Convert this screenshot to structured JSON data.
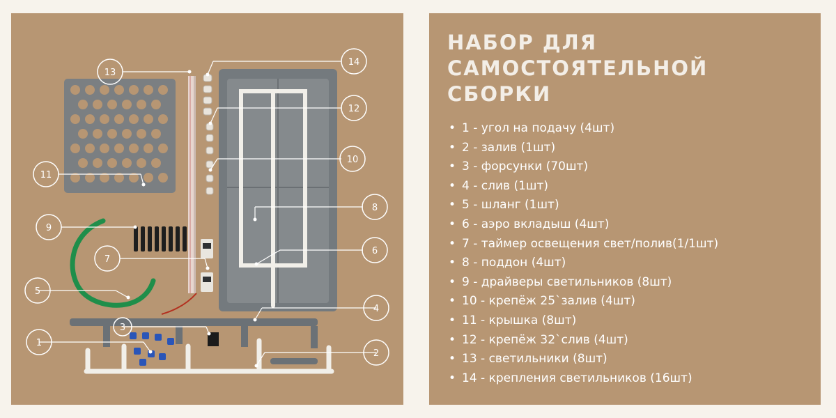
{
  "callouts": [
    "1",
    "2",
    "3",
    "4",
    "5",
    "6",
    "7",
    "8",
    "9",
    "10",
    "11",
    "12",
    "13",
    "14"
  ],
  "title_lines": [
    "НАБОР ДЛЯ",
    "САМОСТОЯТЕЛЬНОЙ",
    "СБОРКИ"
  ],
  "items": [
    "1 - угол на подачу (4шт)",
    "2 - залив (1шт)",
    "3 - форсунки (70шт)",
    "4 - слив (1шт)",
    "5 - шланг (1шт)",
    "6 - аэро вкладыш (4шт)",
    "7 - таймер освещения свет/полив(1/1шт)",
    "8 - поддон (4шт)",
    "9 - драйверы светильников (8шт)",
    "10 - крепёж 25`залив (4шт)",
    "11 - крышка (8шт)",
    "12 - крепёж 32`слив (4шт)",
    "13 - светильники (8шт)",
    "14 - крепления светильников (16шт)"
  ],
  "colors": {
    "background": "#b79673",
    "tray": "#747a7e",
    "pipe": "#f1efe9",
    "hose": "#1f8e4a",
    "title": "#f3eee7"
  }
}
